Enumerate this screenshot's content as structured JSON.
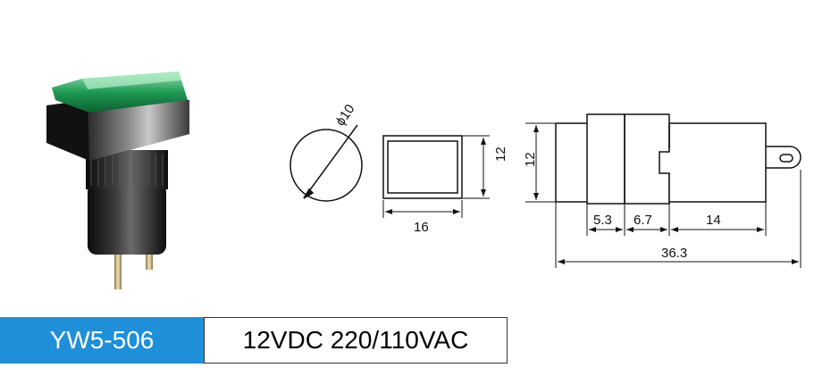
{
  "product": {
    "model": "YW5-506",
    "spec": "12VDC 220/110VAC",
    "lens_color": "#1f9a55",
    "label_color": "#1e8fd8"
  },
  "drawing": {
    "circle_diameter": "ϕ10",
    "front_height": "12",
    "front_width": "16",
    "side_height": "12",
    "segment_1": "5.3",
    "segment_2": "6.7",
    "segment_3": "14",
    "total_length": "36.3"
  }
}
